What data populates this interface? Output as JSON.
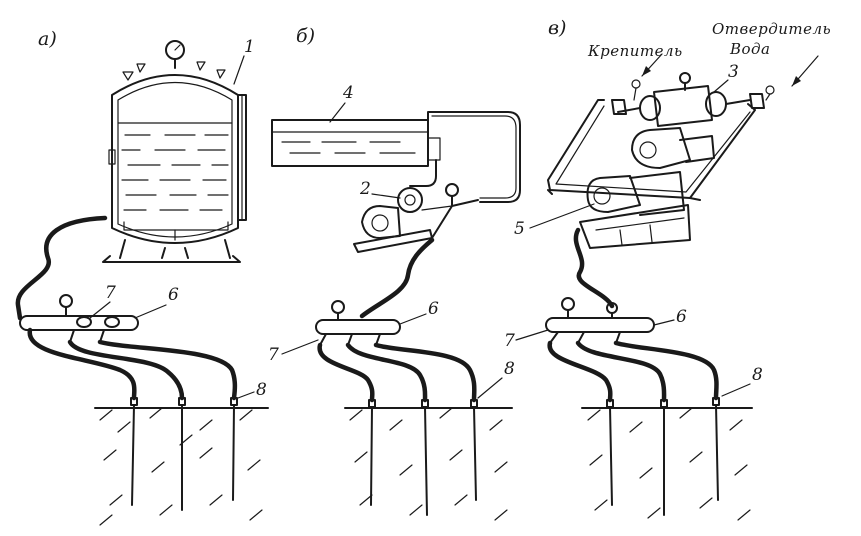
{
  "panels": [
    {
      "letter": "а)"
    },
    {
      "letter": "б)"
    },
    {
      "letter": "в)"
    }
  ],
  "callouts": {
    "tank": "1",
    "pump_b": "2",
    "mixer": "3",
    "vat": "4",
    "pump_c": "5",
    "manifold": "6",
    "valve": "7",
    "injector": "8"
  },
  "materials": {
    "fixer": "Крепитель",
    "hardener": "Отвердитель",
    "water": "Вода"
  }
}
